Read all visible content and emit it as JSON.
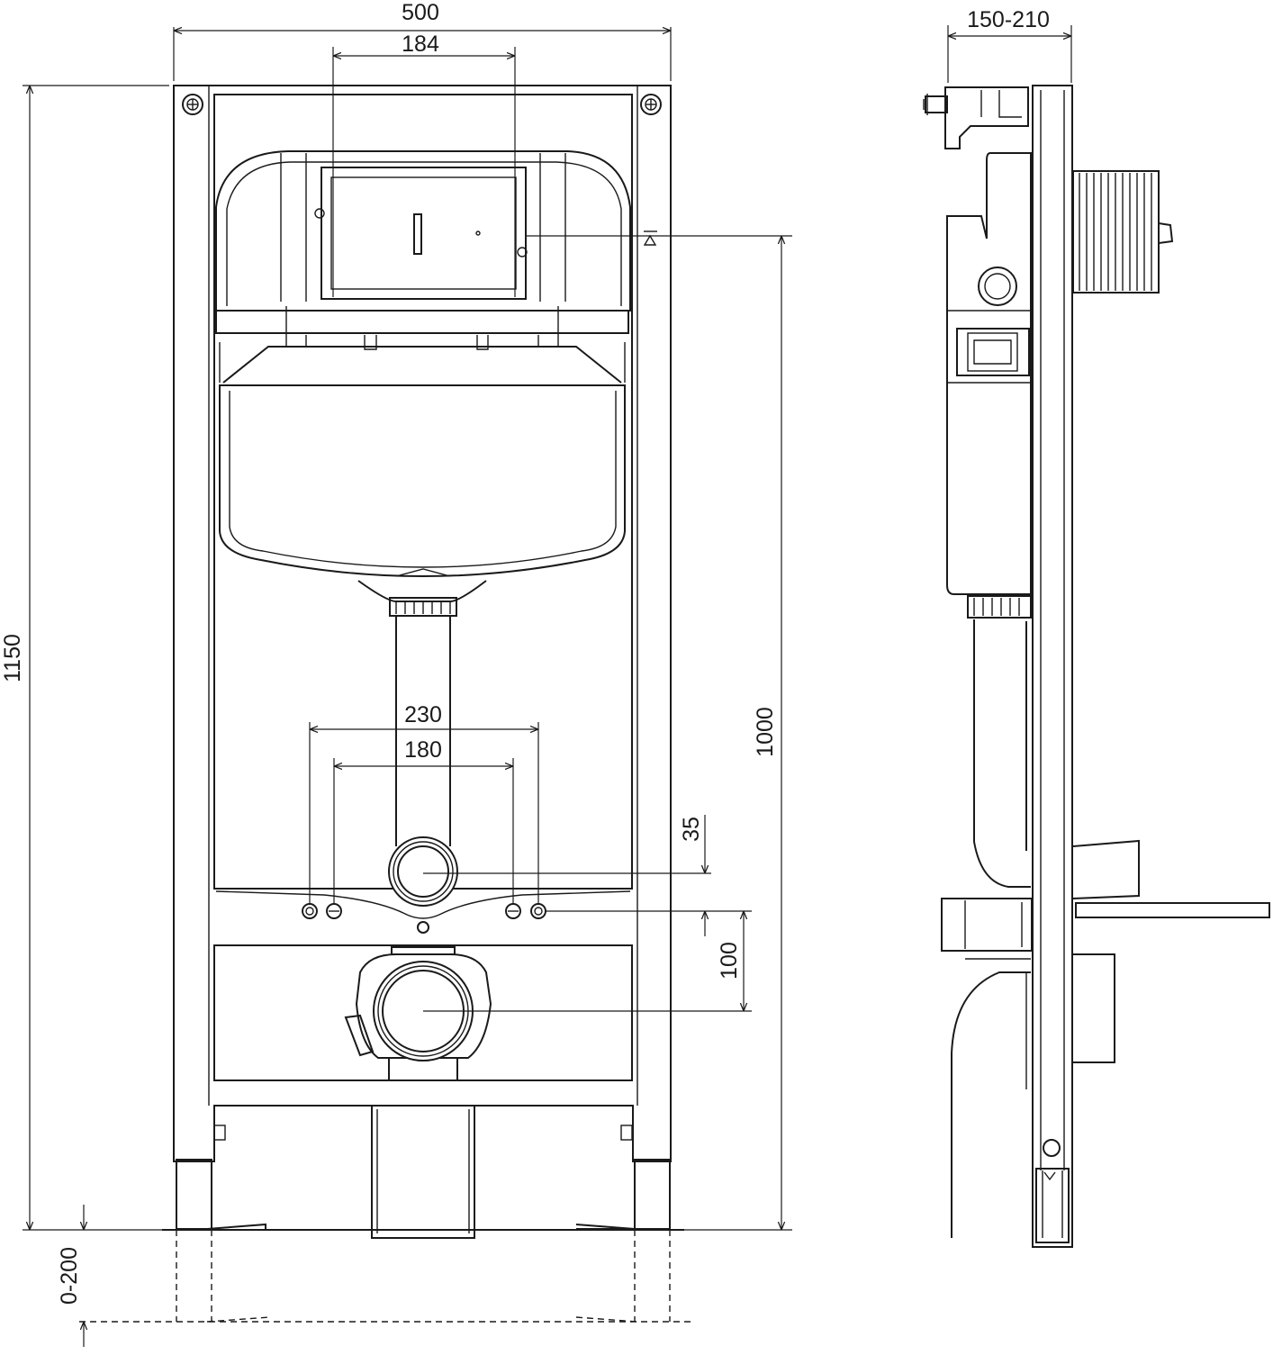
{
  "dimensions": {
    "frame_width": "500",
    "flush_plate_width": "184",
    "frame_height": "1150",
    "actuation_height": "1000",
    "bolt_spacing_outer": "230",
    "bolt_spacing_inner": "180",
    "inlet_offset": "35",
    "outlet_offset": "100",
    "leg_extension": "0-200",
    "installation_depth": "150-210"
  }
}
